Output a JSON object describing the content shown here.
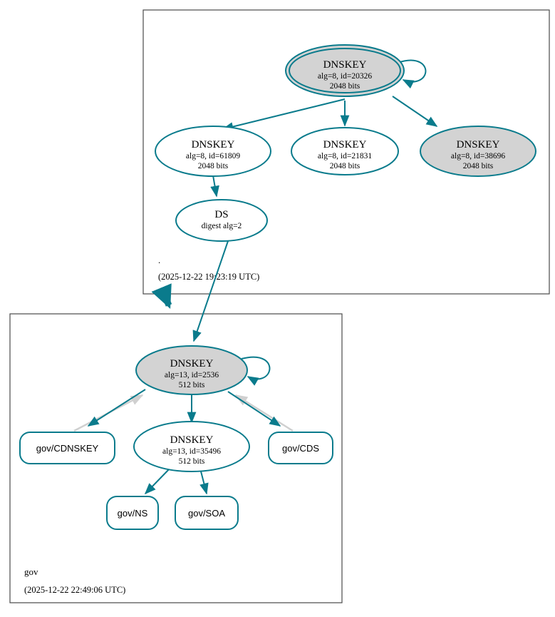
{
  "diagram": {
    "type": "dnssec-authentication-chain",
    "accent_color": "#0a7b8c",
    "secure_fill_color": "#d3d3d3",
    "insecure_fill_color": "#ffffff",
    "gray_edge_color": "#d0d0d0",
    "box_border_color": "#4a4a4a"
  },
  "zones": [
    {
      "id": "root",
      "label": ".",
      "timestamp": "(2025-12-22 19:23:19 UTC)",
      "nodes": [
        {
          "id": "root-ksk-20326",
          "kind": "DNSKEY",
          "title": "DNSKEY",
          "line2": "alg=8, id=20326",
          "line3": "2048 bits",
          "alg": 8,
          "key_id": 20326,
          "bits": 2048,
          "shape": "doubleellipse",
          "fill": "gray",
          "self_signed": true
        },
        {
          "id": "root-zsk-61809",
          "kind": "DNSKEY",
          "title": "DNSKEY",
          "line2": "alg=8, id=61809",
          "line3": "2048 bits",
          "alg": 8,
          "key_id": 61809,
          "bits": 2048,
          "shape": "ellipse",
          "fill": "white",
          "self_signed": false
        },
        {
          "id": "root-zsk-21831",
          "kind": "DNSKEY",
          "title": "DNSKEY",
          "line2": "alg=8, id=21831",
          "line3": "2048 bits",
          "alg": 8,
          "key_id": 21831,
          "bits": 2048,
          "shape": "ellipse",
          "fill": "white",
          "self_signed": false
        },
        {
          "id": "root-zsk-38696",
          "kind": "DNSKEY",
          "title": "DNSKEY",
          "line2": "alg=8, id=38696",
          "line3": "2048 bits",
          "alg": 8,
          "key_id": 38696,
          "bits": 2048,
          "shape": "ellipse",
          "fill": "gray",
          "self_signed": false
        },
        {
          "id": "root-ds",
          "kind": "DS",
          "title": "DS",
          "line2": "digest alg=2",
          "line3": "",
          "shape": "ellipse",
          "fill": "white"
        }
      ]
    },
    {
      "id": "gov",
      "label": "gov",
      "timestamp": "(2025-12-22 22:49:06 UTC)",
      "nodes": [
        {
          "id": "gov-ksk-2536",
          "kind": "DNSKEY",
          "title": "DNSKEY",
          "line2": "alg=13, id=2536",
          "line3": "512 bits",
          "alg": 13,
          "key_id": 2536,
          "bits": 512,
          "shape": "ellipse",
          "fill": "gray",
          "self_signed": true
        },
        {
          "id": "gov-zsk-35496",
          "kind": "DNSKEY",
          "title": "DNSKEY",
          "line2": "alg=13, id=35496",
          "line3": "512 bits",
          "alg": 13,
          "key_id": 35496,
          "bits": 512,
          "shape": "ellipse",
          "fill": "white",
          "self_signed": false
        },
        {
          "id": "gov-cdnskey",
          "kind": "RRset",
          "title": "gov/CDNSKEY",
          "shape": "box"
        },
        {
          "id": "gov-cds",
          "kind": "RRset",
          "title": "gov/CDS",
          "shape": "box"
        },
        {
          "id": "gov-ns",
          "kind": "RRset",
          "title": "gov/NS",
          "shape": "box"
        },
        {
          "id": "gov-soa",
          "kind": "RRset",
          "title": "gov/SOA",
          "shape": "box"
        }
      ]
    }
  ],
  "edges": [
    {
      "from": "root-ksk-20326",
      "to": "root-ksk-20326",
      "style": "teal",
      "kind": "self-sign"
    },
    {
      "from": "root-ksk-20326",
      "to": "root-zsk-61809",
      "style": "teal",
      "kind": "sign"
    },
    {
      "from": "root-ksk-20326",
      "to": "root-zsk-21831",
      "style": "teal",
      "kind": "sign"
    },
    {
      "from": "root-ksk-20326",
      "to": "root-zsk-38696",
      "style": "teal",
      "kind": "sign"
    },
    {
      "from": "root-zsk-61809",
      "to": "root-ds",
      "style": "teal",
      "kind": "sign"
    },
    {
      "from": "root-ds",
      "to": "gov-ksk-2536",
      "style": "teal",
      "kind": "delegation"
    },
    {
      "from": "root",
      "to": "gov",
      "style": "teal-thick",
      "kind": "zone-delegation"
    },
    {
      "from": "gov-ksk-2536",
      "to": "gov-ksk-2536",
      "style": "teal",
      "kind": "self-sign"
    },
    {
      "from": "gov-ksk-2536",
      "to": "gov-zsk-35496",
      "style": "teal",
      "kind": "sign"
    },
    {
      "from": "gov-ksk-2536",
      "to": "gov-cdnskey",
      "style": "teal",
      "kind": "sign"
    },
    {
      "from": "gov-ksk-2536",
      "to": "gov-cds",
      "style": "teal",
      "kind": "sign"
    },
    {
      "from": "gov-cdnskey",
      "to": "gov-ksk-2536",
      "style": "gray",
      "kind": "reference"
    },
    {
      "from": "gov-cds",
      "to": "gov-ksk-2536",
      "style": "gray",
      "kind": "reference"
    },
    {
      "from": "gov-zsk-35496",
      "to": "gov-ns",
      "style": "teal",
      "kind": "sign"
    },
    {
      "from": "gov-zsk-35496",
      "to": "gov-soa",
      "style": "teal",
      "kind": "sign"
    }
  ]
}
